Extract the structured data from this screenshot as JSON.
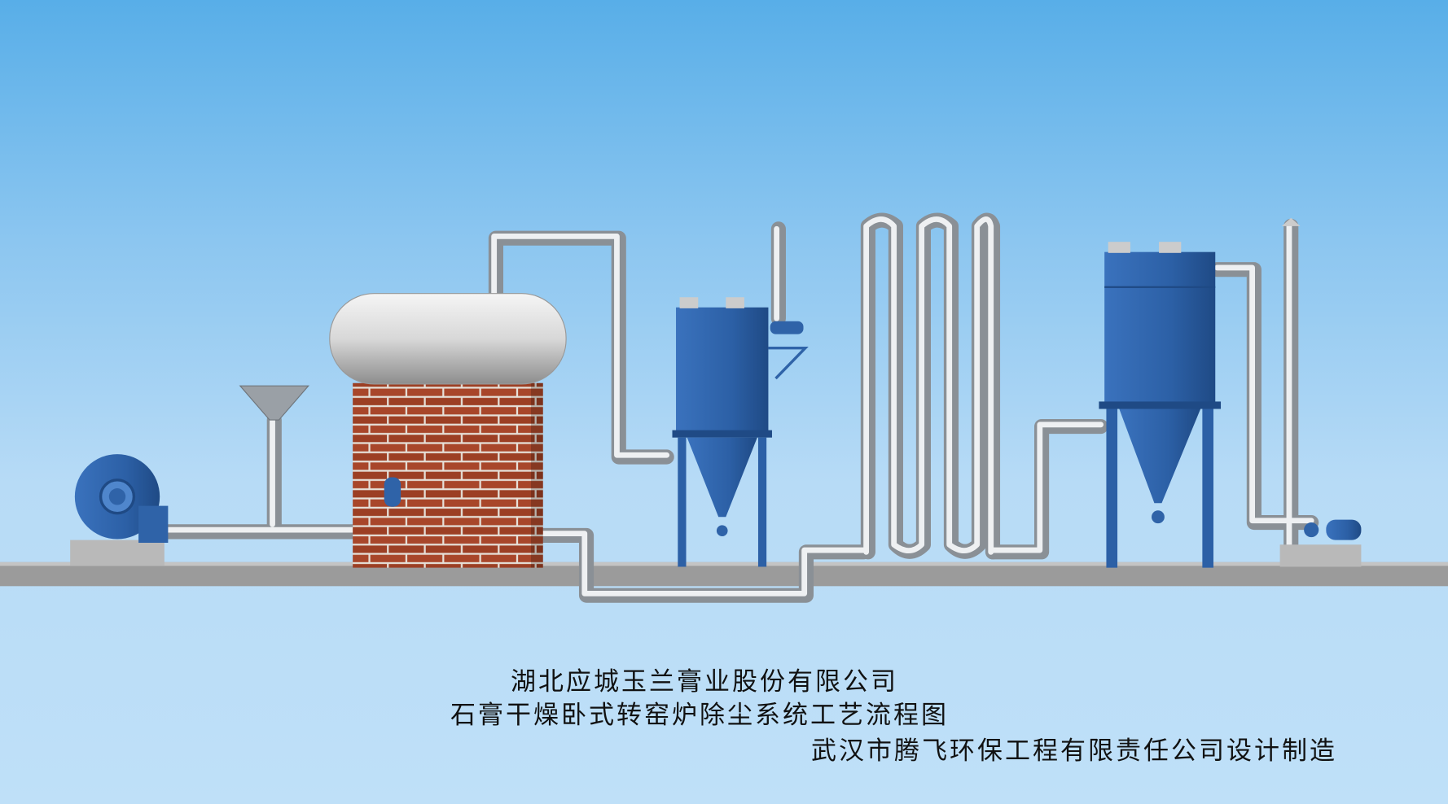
{
  "captions": {
    "client": "湖北应城玉兰膏业股份有限公司",
    "title": "石膏干燥卧式转窑炉除尘系统工艺流程图",
    "designer": "武汉市腾飞环保工程有限责任公司设计制造"
  },
  "colors": {
    "equipment_blue": "#2f63a8",
    "pipe_silver": "#c8ccd0",
    "brick": "#a6452a",
    "ground": "#9a9a9a"
  }
}
